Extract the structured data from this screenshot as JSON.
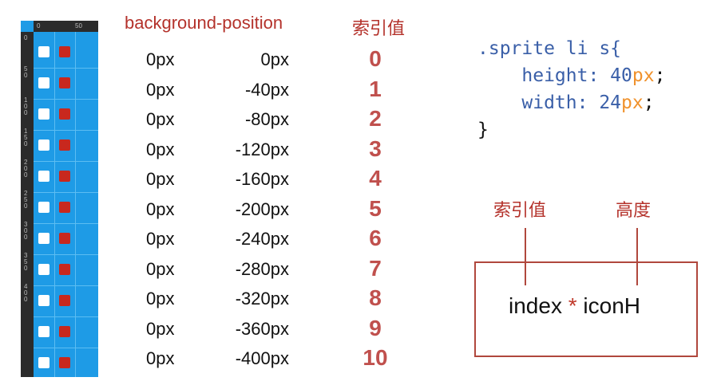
{
  "sprite": {
    "ruler_top": [
      "0",
      "50"
    ],
    "ruler_left": [
      "0",
      "50",
      "100",
      "150",
      "200",
      "250",
      "300",
      "350",
      "400"
    ],
    "icons": [
      "shirt-icon",
      "dress-icon",
      "bag-icon",
      "phone-icon",
      "sofa-icon",
      "bottle-icon",
      "book-icon",
      "cup-icon",
      "shoes-icon",
      "gift-icon",
      "car-icon"
    ],
    "colors": {
      "background": "#1e9be6",
      "normal": "#ffffff",
      "hover": "#c8281e"
    }
  },
  "table": {
    "header_position": "background-position",
    "header_index": "索引值",
    "rows": [
      [
        "0px",
        "0px",
        "0"
      ],
      [
        "0px",
        "-40px",
        "1"
      ],
      [
        "0px",
        "-80px",
        "2"
      ],
      [
        "0px",
        "-120px",
        "3"
      ],
      [
        "0px",
        "-160px",
        "4"
      ],
      [
        "0px",
        "-200px",
        "5"
      ],
      [
        "0px",
        "-240px",
        "6"
      ],
      [
        "0px",
        "-280px",
        "7"
      ],
      [
        "0px",
        "-320px",
        "8"
      ],
      [
        "0px",
        "-360px",
        "9"
      ],
      [
        "0px",
        "-400px",
        "10"
      ]
    ]
  },
  "code": {
    "selector": ".sprite li s{",
    "height_prop": "height: ",
    "height_num": "40",
    "width_prop": "width: ",
    "width_num": "24",
    "unit": "px",
    ";": ";",
    "close": "}"
  },
  "formula": {
    "label_index": "索引值",
    "label_height": "高度",
    "left": "index",
    "op": "*",
    "right": "iconH"
  }
}
